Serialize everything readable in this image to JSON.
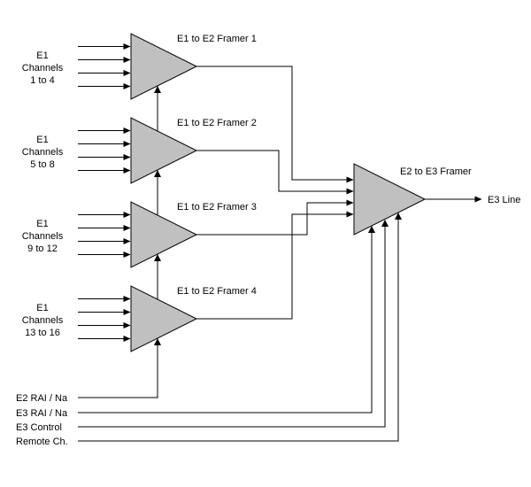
{
  "diagram": {
    "framers": [
      {
        "label": "E1 to E2 Framer 1",
        "channel_lines": [
          "E1",
          "Channels",
          "1 to 4"
        ]
      },
      {
        "label": "E1 to E2 Framer 2",
        "channel_lines": [
          "E1",
          "Channels",
          "5 to 8"
        ]
      },
      {
        "label": "E1 to E2 Framer 3",
        "channel_lines": [
          "E1",
          "Channels",
          "9 to 12"
        ]
      },
      {
        "label": "E1 to E2 Framer 4",
        "channel_lines": [
          "E1",
          "Channels",
          "13 to 16"
        ]
      }
    ],
    "output_framer": {
      "label": "E2 to E3 Framer",
      "output_label": "E3 Line"
    },
    "controls": [
      "E2 RAI / Na",
      "E3 RAI / Na",
      "E3 Control",
      "Remote Ch."
    ],
    "colors": {
      "block_fill": "#c0c0c0",
      "line": "#000000",
      "text": "#000000",
      "background": "#ffffff"
    }
  }
}
